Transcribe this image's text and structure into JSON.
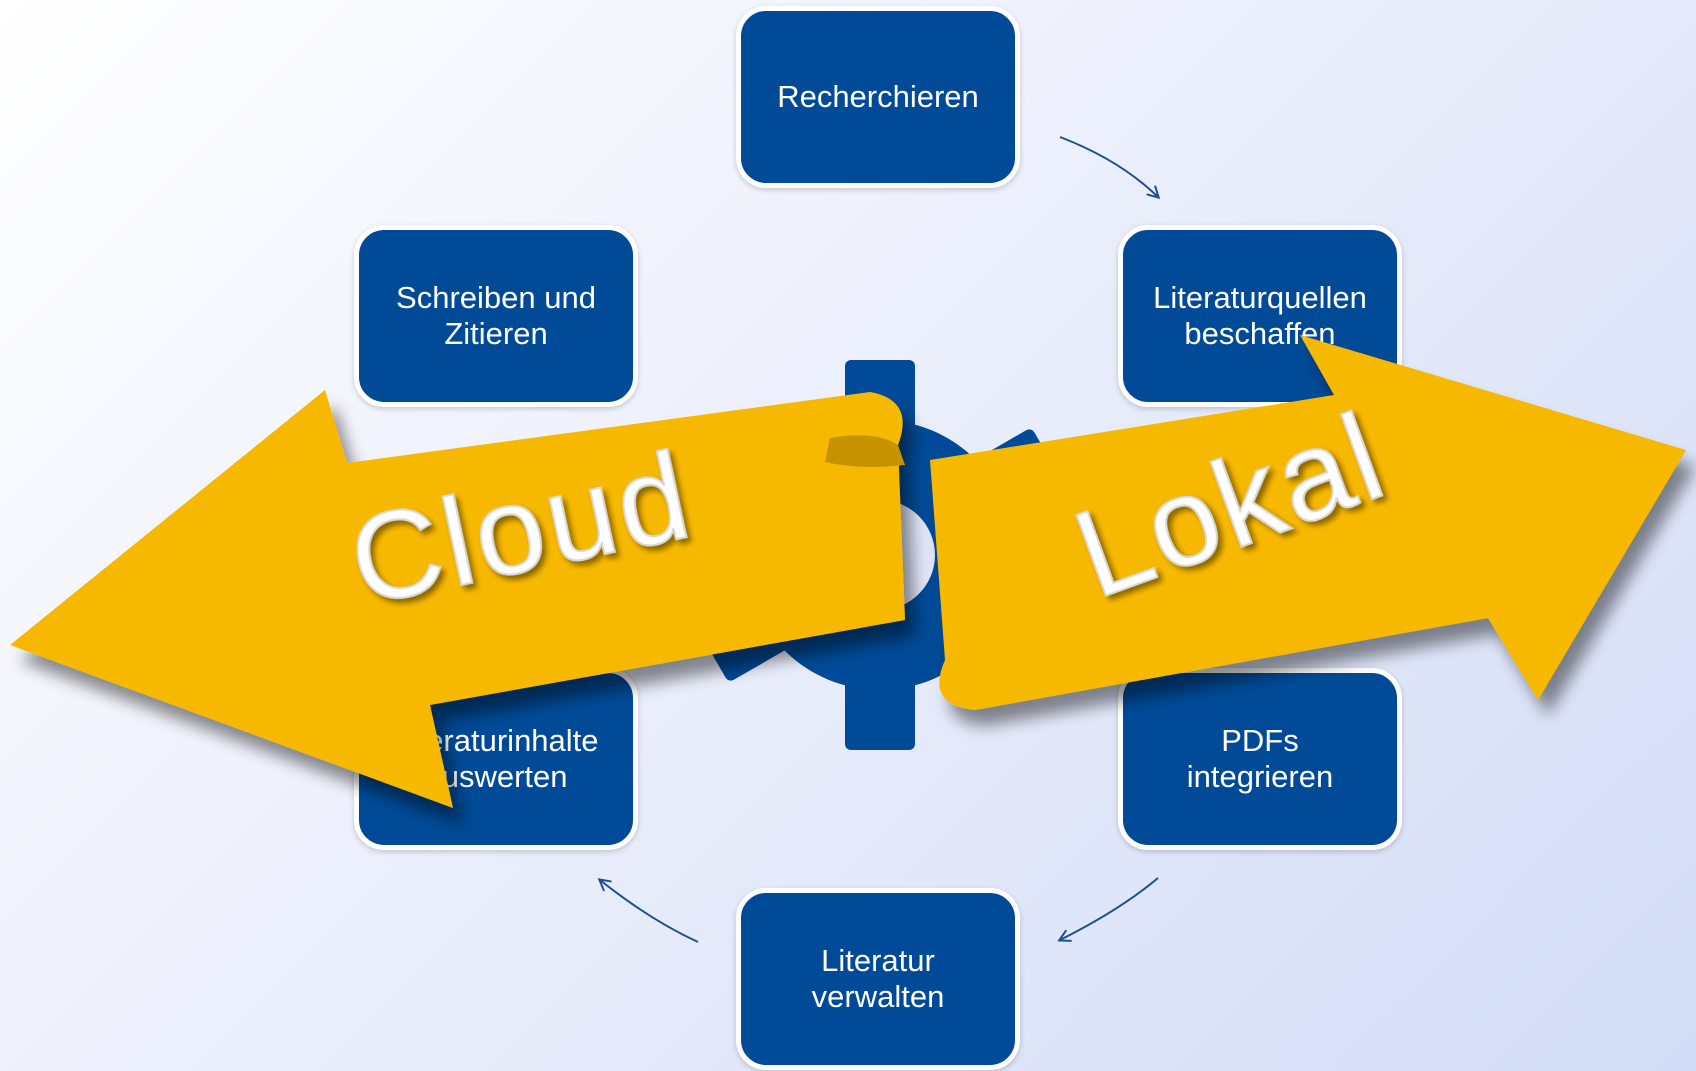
{
  "cycle": {
    "nodes": [
      {
        "id": "recherchieren",
        "label": "Recherchieren"
      },
      {
        "id": "literaturquellen-beschaffen",
        "label": "Literaturquellen\nbeschaffen"
      },
      {
        "id": "pdfs-integrieren",
        "label": "PDFs\nintegrieren"
      },
      {
        "id": "literatur-verwalten",
        "label": "Literatur\nverwalten"
      },
      {
        "id": "literaturinhalte-auswerten",
        "label": "Literaturinhalte\nauswerten"
      },
      {
        "id": "schreiben-und-zitieren",
        "label": "Schreiben und\nZitieren"
      }
    ]
  },
  "banner": {
    "left_label": "Cloud",
    "right_label": "Lokal"
  },
  "colors": {
    "node_fill": "#004a97",
    "node_border": "#ffffff",
    "node_text": "#ffffff",
    "gear": "#004a97",
    "arrow_fill": "#f7b800",
    "arrow_fold": "#c79200",
    "connector": "#1f4f8f",
    "background_start": "#ffffff",
    "background_end": "#d2dcf6"
  },
  "icons": {
    "center": "gear-icon",
    "banner": "double-headed-arrow-icon"
  }
}
